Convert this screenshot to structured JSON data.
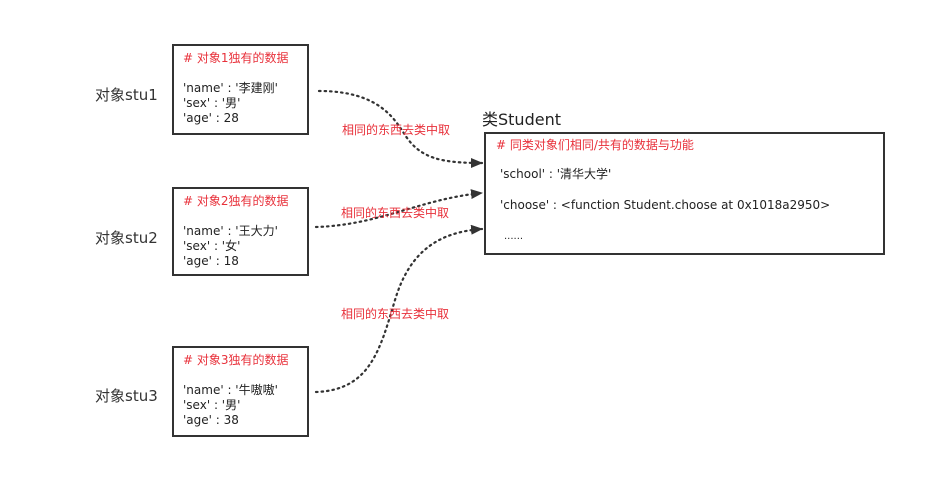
{
  "objects": [
    {
      "label": "对象stu1",
      "comment": "# 对象1独有的数据",
      "fields": [
        "'name' : '李建刚'",
        "'sex' :  '男'",
        "'age' : 28"
      ]
    },
    {
      "label": "对象stu2",
      "comment": "# 对象2独有的数据",
      "fields": [
        "'name' : '王大力'",
        "'sex' : '女'",
        "'age' : 18"
      ]
    },
    {
      "label": "对象stu3",
      "comment": "# 对象3独有的数据",
      "fields": [
        "'name' : '牛嗷嗷'",
        "'sex' : '男'",
        "'age' : 38"
      ]
    }
  ],
  "class": {
    "title": "类Student",
    "comment": "# 同类对象们相同/共有的数据与功能",
    "fields": [
      "'school' : '清华大学'",
      "'choose' :  <function Student.choose at 0x1018a2950>",
      "......"
    ]
  },
  "arrows": [
    {
      "label": "相同的东西去类中取"
    },
    {
      "label": "相同的东西去类中取"
    },
    {
      "label": "相同的东西去类中取"
    }
  ],
  "colors": {
    "comment": "#e8303a",
    "border": "#333333"
  }
}
